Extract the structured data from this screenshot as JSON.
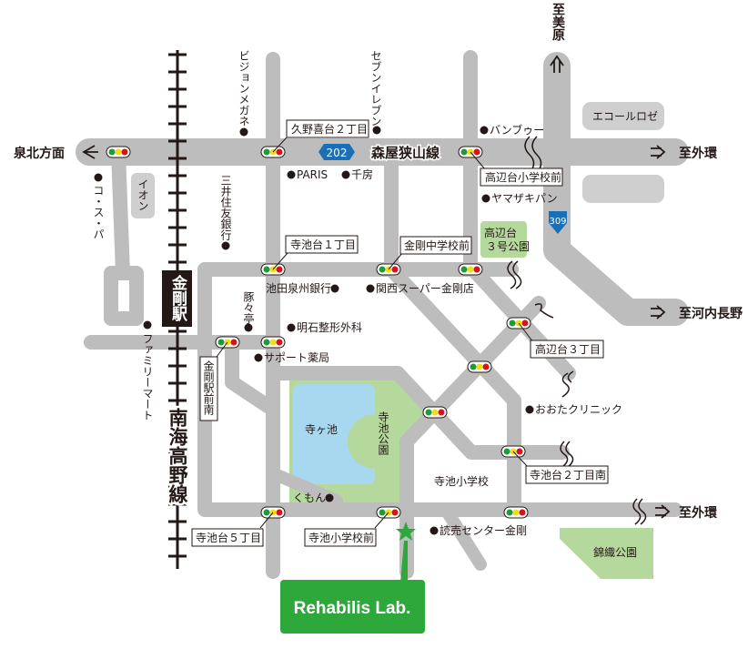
{
  "map": {
    "route_name": "森屋狭山線",
    "route_numbers": [
      "202",
      "309"
    ],
    "railway": "南海高野線",
    "station": "金剛駅",
    "directions": {
      "west": "泉北方面",
      "north": "至美原",
      "east_top": "至外環",
      "east_middle": "至河内長野",
      "east_bottom": "至外環"
    },
    "intersections": [
      "久野喜台２丁目",
      "寺池台１丁目",
      "金剛中学校前",
      "高辺台小学校前",
      "高辺台３丁目",
      "寺池台２丁目南",
      "寺池台５丁目",
      "寺池小学校前",
      "金剛駅前南"
    ],
    "landmarks": [
      "ビジョンメガネ",
      "セブンイレブン",
      "PARIS",
      "千房",
      "バンブゥー",
      "ヤマザキパン",
      "エコールロゼ",
      "イオン",
      "コ・ス・パ",
      "三井住友銀行",
      "池田泉州銀行",
      "関西スーパー金剛店",
      "豚々亭",
      "明石整形外科",
      "サポート薬局",
      "ファミリーマート",
      "くもん",
      "おおたクリニック",
      "読売センター金剛"
    ],
    "parks": [
      "高辺台\n３号公園",
      "寺池公園",
      "錦織公園"
    ],
    "park_line1": "高辺台",
    "park_line2": "３号公園",
    "pond": "寺ヶ池",
    "school": "寺池小学校",
    "destination": "Rehabilis Lab."
  },
  "colors": {
    "road": "#bdbdbd",
    "park": "#b5d99c",
    "pond": "#a8d8f0",
    "brand": "#2ea83a",
    "route_badge": "#1a6fb5"
  }
}
